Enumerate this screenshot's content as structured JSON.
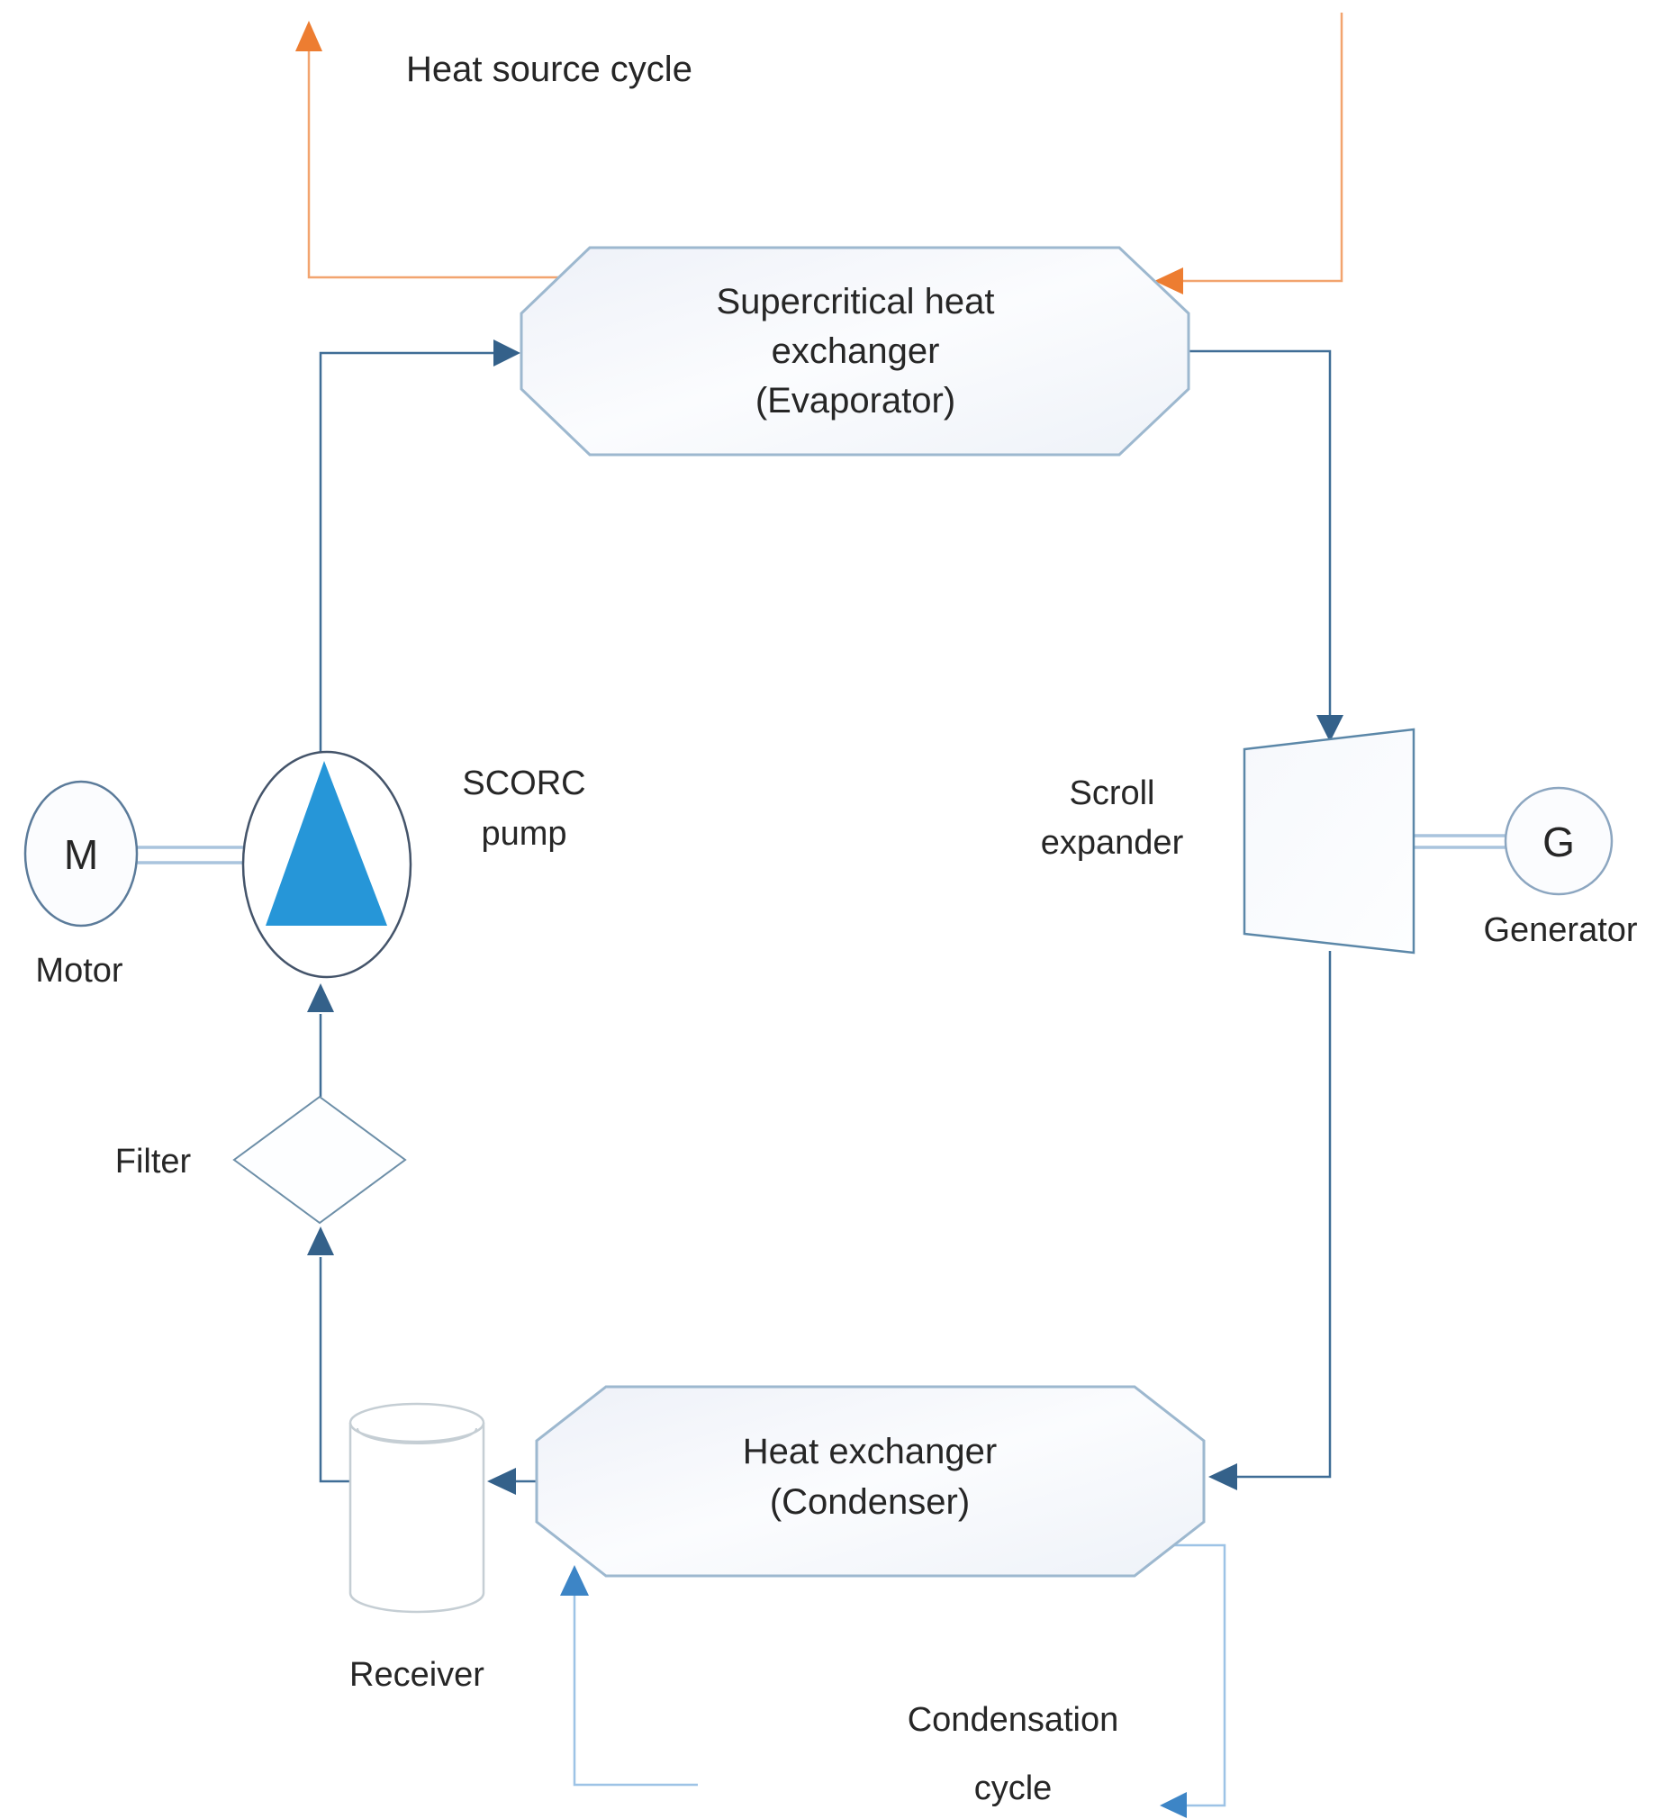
{
  "diagram": {
    "type": "process-flow-schematic",
    "labels": {
      "heat_source_cycle": "Heat source cycle",
      "evaporator_line1": "Supercritical heat",
      "evaporator_line2": "exchanger",
      "evaporator_line3": "(Evaporator)",
      "scroll_line1": "Scroll",
      "scroll_line2": "expander",
      "generator_symbol": "G",
      "generator": "Generator",
      "motor_symbol": "M",
      "motor": "Motor",
      "pump_line1": "SCORC",
      "pump_line2": "pump",
      "filter": "Filter",
      "receiver": "Receiver",
      "condenser_line1": "Heat exchanger",
      "condenser_line2": "(Condenser)",
      "condensation_line1": "Condensation",
      "condensation_line2": "cycle"
    },
    "colors": {
      "orc_line": "#3f6d96",
      "orc_arrow": "#34618a",
      "heat_source_line": "#f2a46f",
      "heat_source_arrow": "#ed7d31",
      "heat_source_text": "#e8203c",
      "condensation_line": "#9dc3e6",
      "condensation_arrow": "#3d85c6",
      "pump_triangle": "#2696d8",
      "shape_fill_light": "#f5f8fc"
    }
  }
}
